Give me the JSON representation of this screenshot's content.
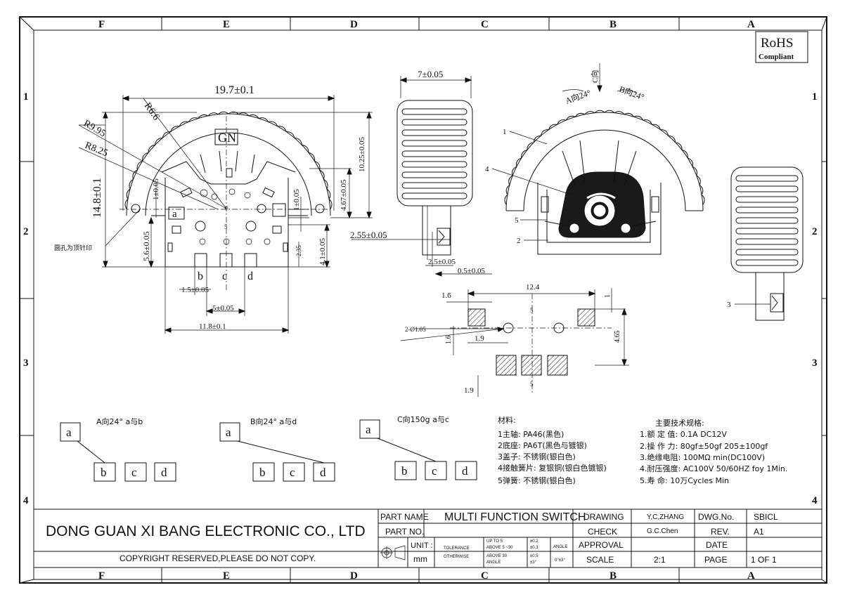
{
  "border": {
    "columns": [
      "F",
      "E",
      "D",
      "C",
      "B",
      "A"
    ],
    "rows": [
      "1",
      "2",
      "3",
      "4"
    ]
  },
  "rohs": {
    "line1": "RoHS",
    "line2": "Compliant"
  },
  "front_view": {
    "dim_width": "19.7±0.1",
    "dim_height": "14.8±0.1",
    "r_66": "R6.6",
    "r_995": "R9.95",
    "r_825": "R8.25",
    "logo": "GN",
    "dim_1025": "10.25±0.05",
    "dim_467": "4.67±0.05",
    "dim_1": "1±0.05",
    "dim_1_left": "1±0.05",
    "dim_56": "5.6±0.05",
    "dim_41": "4.1±0.05",
    "dim_235": "2.35",
    "dim_15": "1.5±0.05",
    "dim_5": "5±0.05",
    "dim_118": "11.8±0.1",
    "pin_a": "a",
    "pin_b": "b",
    "pin_c": "c",
    "pin_d": "d",
    "center_mark": "5",
    "note_hole": "圆孔为顶针印"
  },
  "side_view": {
    "dim_7": "7±0.05",
    "dim_255": "2.55±0.05",
    "dim_25": "2.5±0.05",
    "dim_05": "0.5±0.05"
  },
  "top_view": {
    "label_a": "A向24°",
    "label_c": "C向",
    "label_b": "B向24°",
    "callout_1": "1",
    "callout_2": "2",
    "callout_4": "4",
    "callout_5": "5"
  },
  "end_view": {
    "callout_3": "3"
  },
  "pcb_layout": {
    "dim_124": "12.4",
    "dim_16_top": "1.6",
    "dim_5": "5",
    "dim_1": "1",
    "dim_2": "2-Ø1.05",
    "dim_16_left": "1.6",
    "dim_19": "1.9",
    "dim_465": "4.65",
    "dim_19_bottom": "1.9",
    "dim_5_bottom": "5"
  },
  "function_diagrams": [
    {
      "title": "A向24° a与b",
      "pins": [
        "a",
        "b",
        "c",
        "d"
      ]
    },
    {
      "title": "B向24° a与d",
      "pins": [
        "a",
        "b",
        "c",
        "d"
      ]
    },
    {
      "title": "C向150g a与c",
      "pins": [
        "a",
        "b",
        "c",
        "d"
      ]
    }
  ],
  "materials": {
    "title": "材料:",
    "items": [
      "1主轴: PA46(黑色)",
      "2底座: PA6T(黑色与镀银)",
      "3盖子: 不锈钢(银白色)",
      "4接触簧片: 复银铜(银白色镀银)",
      "5弹簧: 不锈钢(银白色)"
    ]
  },
  "specs": {
    "title": "主要技术规格:",
    "items": [
      "1.额 定 值: 0.1A DC12V",
      "2.操 作 力: 80gf±50gf  205±100gf",
      "3.绝缘电阻: 100MΩ min(DC100V)",
      "4.耐压强度: AC100V 50/60HZ foy 1Min.",
      "5.寿    命: 10万Cycles Min"
    ]
  },
  "title_block": {
    "company": "DONG GUAN XI BANG ELECTRONIC CO., LTD",
    "copyright": "COPYRIGHT RESERVED,PLEASE DO NOT COPY.",
    "part_name_label": "PART NAME",
    "part_name": "MULTI FUNCTION SWITCH",
    "part_no_label": "PART NO.",
    "part_no": "",
    "unit_label": "UNIT :",
    "unit": "mm",
    "tolerance_label": "TOLERANCE",
    "otherwise_label": "OTHERWISE",
    "tol_up_to_5": "UP TO 5",
    "tol_above_5_30": "ABOVE 5 ~30",
    "tol_above_30": "ABOVE 30",
    "tol_angle": "ANGLE",
    "tol_v1": "±0.2",
    "tol_v2": "±0.3",
    "tol_v3": "±0.5",
    "tol_v4": "±3°",
    "angle_label": "ANGLE",
    "angle_value": "0°±3°",
    "drawing_label": "DRAWING",
    "drawing_by": "Y,C,ZHANG",
    "check_label": "CHECK",
    "check_by": "G.C.Chen",
    "approval_label": "APPROVAL",
    "approval_by": "",
    "scale_label": "SCALE",
    "scale": "2:1",
    "dwg_no_label": "DWG.No.",
    "dwg_no": "SBICL",
    "rev_label": "REV.",
    "rev": "A1",
    "date_label": "DATE",
    "date": "",
    "page_label": "PAGE",
    "page": "1 OF 1"
  }
}
